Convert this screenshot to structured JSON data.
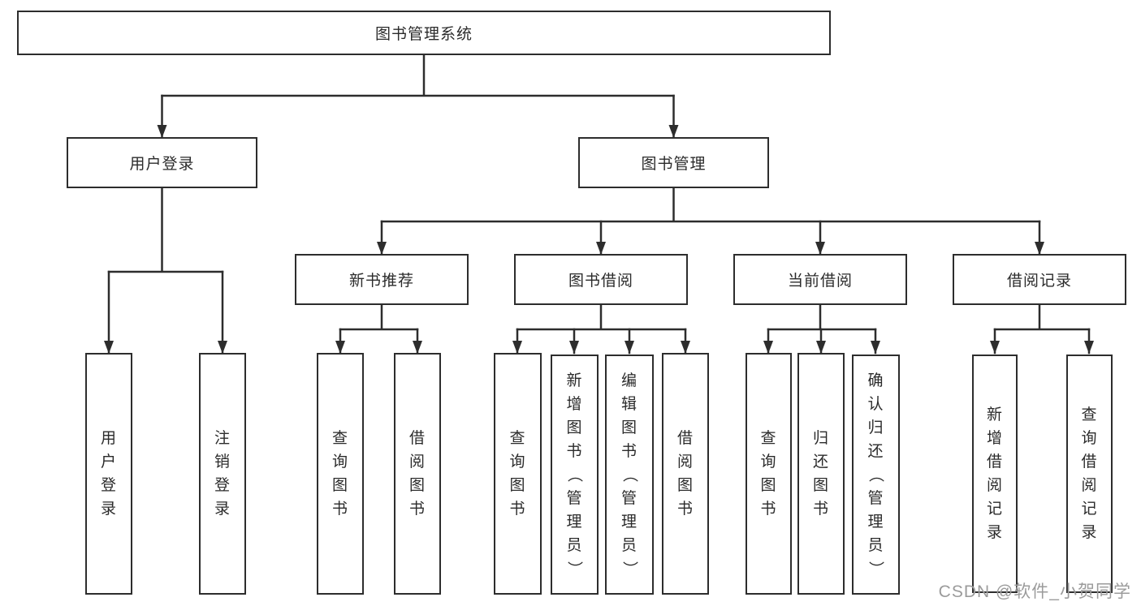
{
  "root": {
    "label": "图书管理系统"
  },
  "branches": {
    "user_login": {
      "label": "用户登录",
      "children": [
        {
          "label": "用户登录"
        },
        {
          "label": "注销登录"
        }
      ]
    },
    "book_mgmt": {
      "label": "图书管理",
      "sections": [
        {
          "label": "新书推荐",
          "children": [
            {
              "label": "查询图书"
            },
            {
              "label": "借阅图书"
            }
          ]
        },
        {
          "label": "图书借阅",
          "children": [
            {
              "label": "查询图书"
            },
            {
              "label": "新增图书（管理员）"
            },
            {
              "label": "编辑图书（管理员）"
            },
            {
              "label": "借阅图书"
            }
          ]
        },
        {
          "label": "当前借阅",
          "children": [
            {
              "label": "查询图书"
            },
            {
              "label": "归还图书"
            },
            {
              "label": "确认归还（管理员）"
            }
          ]
        },
        {
          "label": "借阅记录",
          "children": [
            {
              "label": "新增借阅记录"
            },
            {
              "label": "查询借阅记录"
            }
          ]
        }
      ]
    }
  },
  "watermark": "CSDN @软件_小贺同学",
  "colors": {
    "line": "#2d2d2d",
    "text": "#2b2b2b",
    "watermark": "#9b9b9b",
    "background": "#ffffff"
  }
}
